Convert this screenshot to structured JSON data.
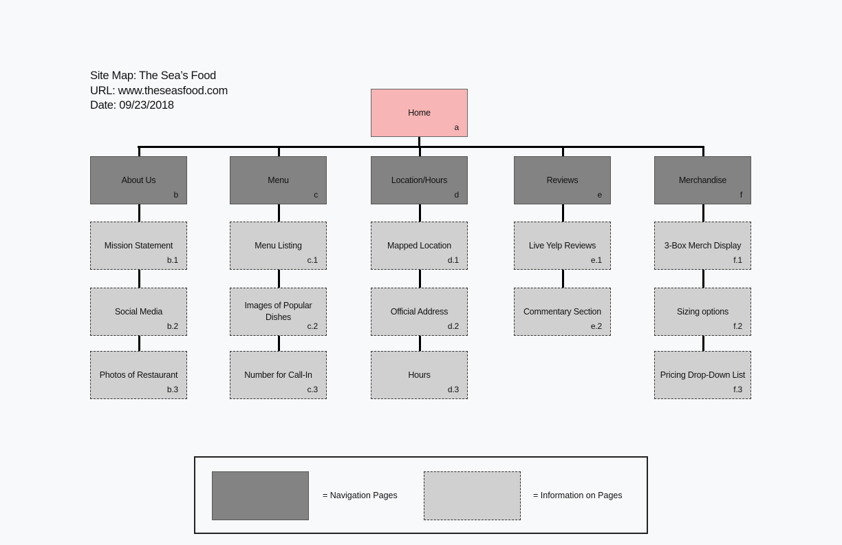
{
  "header": {
    "title": "Site Map: The Sea’s Food",
    "url": "URL: www.theseasfood.com",
    "date": "Date: 09/23/2018"
  },
  "home": {
    "label": "Home",
    "code": "a"
  },
  "sections": [
    {
      "label": "About Us",
      "code": "b",
      "children": [
        {
          "label": "Mission Statement",
          "code": "b.1"
        },
        {
          "label": "Social Media",
          "code": "b.2"
        },
        {
          "label": "Photos of Restaurant",
          "code": "b.3"
        }
      ]
    },
    {
      "label": "Menu",
      "code": "c",
      "children": [
        {
          "label": "Menu Listing",
          "code": "c.1"
        },
        {
          "label": "Images of Popular Dishes",
          "code": "c.2"
        },
        {
          "label": "Number for Call-In",
          "code": "c.3"
        }
      ]
    },
    {
      "label": "Location/Hours",
      "code": "d",
      "children": [
        {
          "label": "Mapped Location",
          "code": "d.1"
        },
        {
          "label": "Official Address",
          "code": "d.2"
        },
        {
          "label": "Hours",
          "code": "d.3"
        }
      ]
    },
    {
      "label": "Reviews",
      "code": "e",
      "children": [
        {
          "label": "Live Yelp Reviews",
          "code": "e.1"
        },
        {
          "label": "Commentary Section",
          "code": "e.2"
        }
      ]
    },
    {
      "label": "Merchandise",
      "code": "f",
      "children": [
        {
          "label": "3-Box Merch Display",
          "code": "f.1"
        },
        {
          "label": "Sizing options",
          "code": "f.2"
        },
        {
          "label": "Pricing Drop-Down List",
          "code": "f.3"
        }
      ]
    }
  ],
  "legend": {
    "navigation": "= Navigation Pages",
    "information": "= Information on Pages"
  },
  "colors": {
    "home": "#f8b5b5",
    "navigation": "#828382",
    "information": "#d0d0d0"
  }
}
